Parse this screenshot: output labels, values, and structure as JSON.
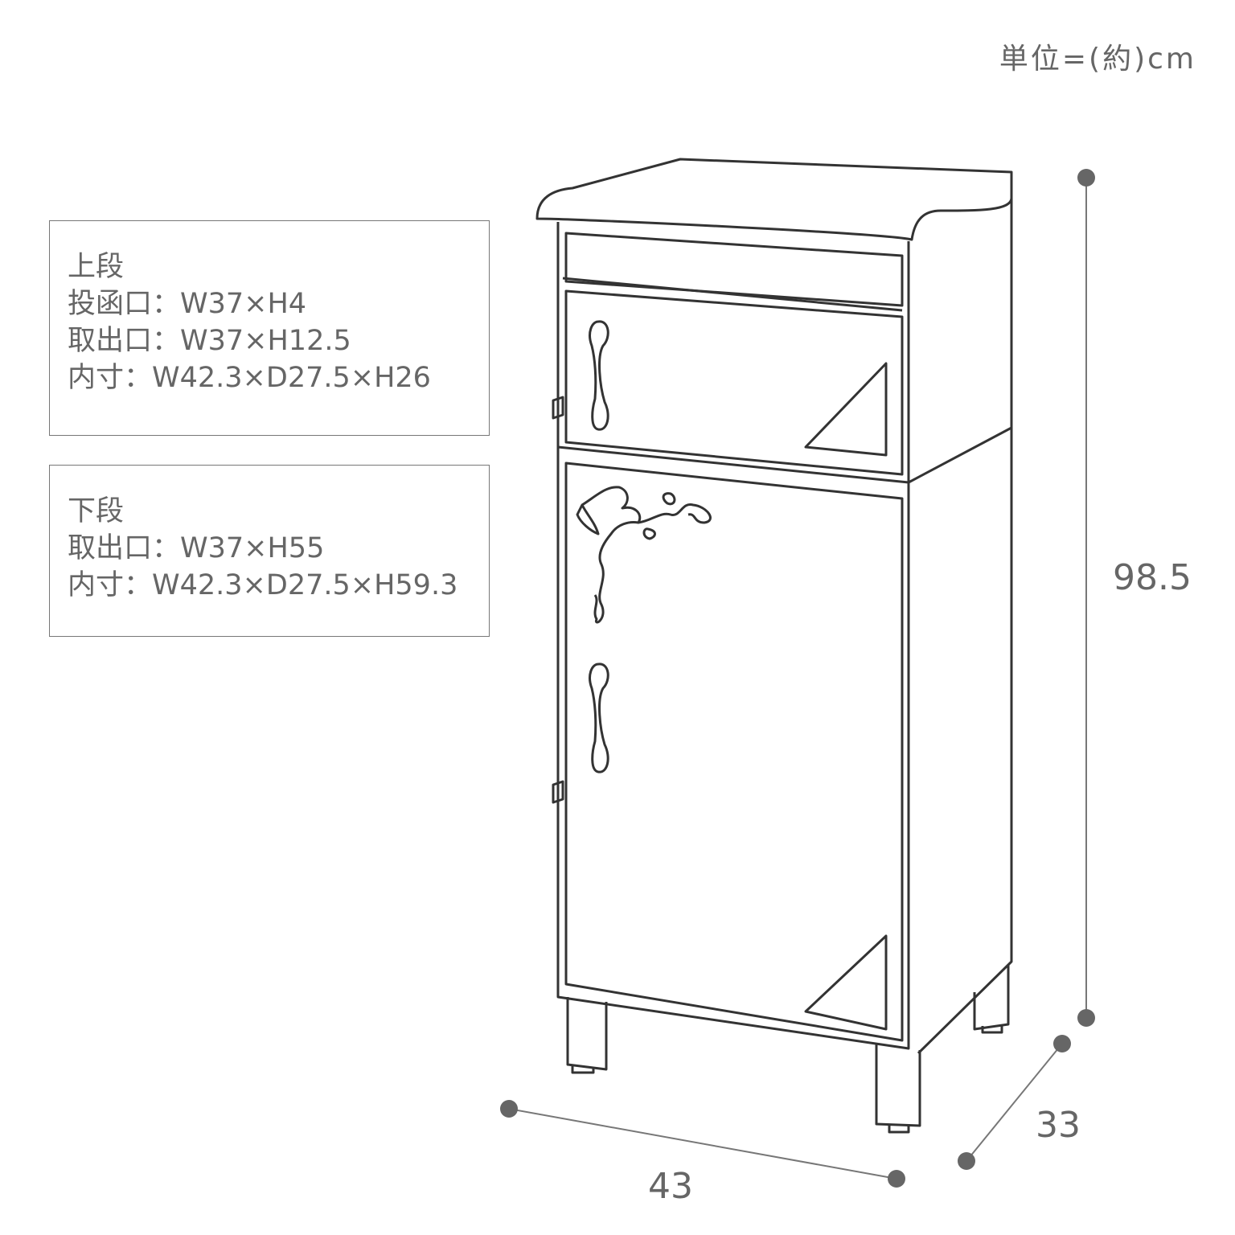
{
  "unit_label": "単位=(約)cm",
  "upper": {
    "title": "上段",
    "lines": [
      {
        "label": "投函口：",
        "value": "W37×H4"
      },
      {
        "label": "取出口：",
        "value": "W37×H12.5"
      },
      {
        "label": "内寸：",
        "value": "W42.3×D27.5×H26"
      }
    ]
  },
  "lower": {
    "title": "下段",
    "lines": [
      {
        "label": "取出口：",
        "value": "W37×H55"
      },
      {
        "label": "内寸：",
        "value": "W42.3×D27.5×H59.3"
      }
    ]
  },
  "dimensions": {
    "height": "98.5",
    "width": "43",
    "depth": "33"
  },
  "colors": {
    "line": "#333333",
    "dim": "#777777",
    "text": "#666666"
  }
}
